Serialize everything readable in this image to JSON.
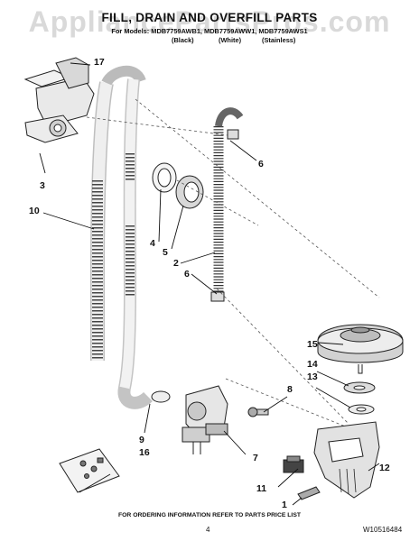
{
  "watermark": "AppliancePartsPros.com",
  "header": {
    "title": "FILL, DRAIN AND OVERFILL PARTS",
    "models": "For Models: MDB7759AWB1, MDB7759AWW1, MDB7759AWS1",
    "variants": [
      "(Black)",
      "(White)",
      "(Stainless)"
    ]
  },
  "callouts": [
    "17",
    "3",
    "10",
    "6",
    "4",
    "5",
    "2",
    "6",
    "15",
    "14",
    "13",
    "8",
    "9",
    "16",
    "7",
    "12",
    "11",
    "1"
  ],
  "footer": {
    "note": "FOR ORDERING INFORMATION REFER TO PARTS PRICE LIST",
    "page": "4",
    "code": "W10516484"
  }
}
